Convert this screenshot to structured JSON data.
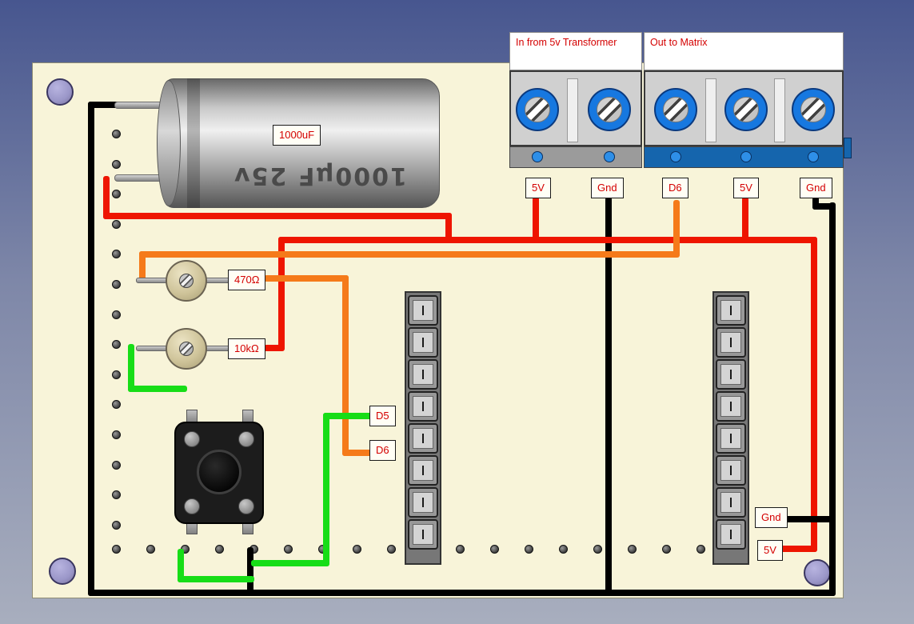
{
  "top_boxes": {
    "input": "In from 5v Transformer",
    "output": "Out to Matrix"
  },
  "capacitor": {
    "tag": "1000uF",
    "body_text": "1000µF 25v"
  },
  "resistors": {
    "r1": "470Ω",
    "r2": "10kΩ"
  },
  "signal_tags": {
    "d5": "D5",
    "d6": "D6"
  },
  "terminal_tags": {
    "in_5v": "5V",
    "in_gnd": "Gnd",
    "out_d6": "D6",
    "out_5v": "5V",
    "out_gnd": "Gnd"
  },
  "bottom_tags": {
    "gnd": "Gnd",
    "v5": "5V"
  },
  "colors": {
    "wire_red": "#ee1500",
    "wire_orange": "#f57a1a",
    "wire_green": "#17dd17",
    "wire_black": "#000000",
    "board": "#f8f4d9",
    "terminal_blue": "#1778e0",
    "terminal_blue_dark": "#1565ad",
    "label_red": "#d40000"
  }
}
